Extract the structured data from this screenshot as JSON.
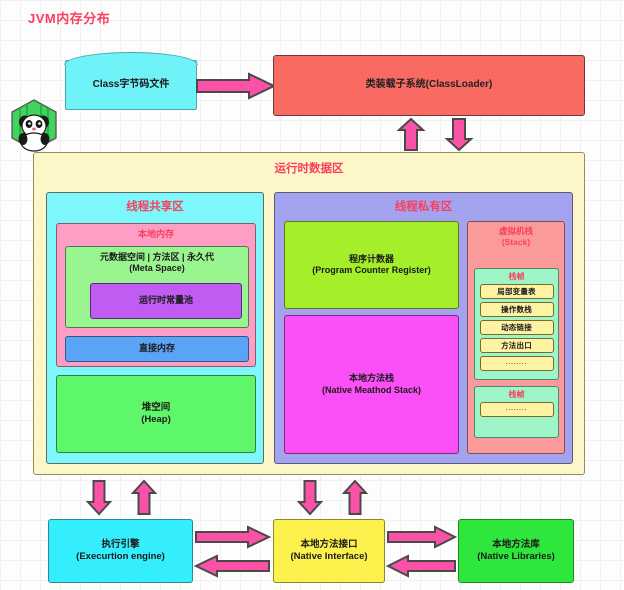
{
  "title": "JVM内存分布",
  "logo": {
    "name": "panda-hexagon-logo"
  },
  "nodes": {
    "class_file": "Class字节码文件",
    "class_loader": "类装载子系统(ClassLoader)",
    "runtime_data_area": "运行时数据区",
    "thread_shared": "线程共享区",
    "thread_private": "线程私有区",
    "native_memory": "本地内存",
    "meta_space_cn": "元数据空间 | 方法区 | 永久代",
    "meta_space_en": "(Meta Space)",
    "runtime_constant_pool": "运行时常量池",
    "direct_memory": "直接内存",
    "heap_cn": "堆空间",
    "heap_en": "(Heap)",
    "pc_register_cn": "程序计数器",
    "pc_register_en": "(Program Counter Register)",
    "native_method_stack_cn": "本地方法栈",
    "native_method_stack_en": "(Native Meathod Stack)",
    "vm_stack_cn": "虚拟机栈",
    "vm_stack_en": "(Stack)",
    "stack_frame": "栈帧",
    "frame_slots": [
      "局部变量表",
      "操作数栈",
      "动态链接",
      "方法出口",
      "........"
    ],
    "frame2_slots": [
      "........"
    ],
    "execution_engine_cn": "执行引擎",
    "execution_engine_en": "(Execurtion engine)",
    "native_interface_cn": "本地方法接口",
    "native_interface_en": "(Native Interface)",
    "native_libraries_cn": "本地方法库",
    "native_libraries_en": "(Native Libraries)"
  },
  "colors": {
    "title_red": "#f7405f",
    "arrow_pink": "#fb52a8",
    "class_file_cyan": "#6ff3f9",
    "class_loader_red": "#f96a63",
    "runtime_cream": "#fdf6c8",
    "shared_cyan": "#7df7fb",
    "private_periwinkle": "#a3a3f0",
    "native_mem_pink": "#ff9ec4",
    "meta_space_green": "#99f58f",
    "const_pool_purple": "#c05cf2",
    "direct_mem_blue": "#5ba4f5",
    "heap_green": "#5ef769",
    "pcr_lime": "#a4ee2a",
    "nms_magenta": "#fb4ff8",
    "vmstack_salmon": "#fb9a9a",
    "frame_mint": "#9df5c8",
    "slot_yellow": "#fdf3a3",
    "exec_cyan": "#34eefd",
    "native_if_yellow": "#fdf14d",
    "native_lib_green": "#2fe63c"
  }
}
